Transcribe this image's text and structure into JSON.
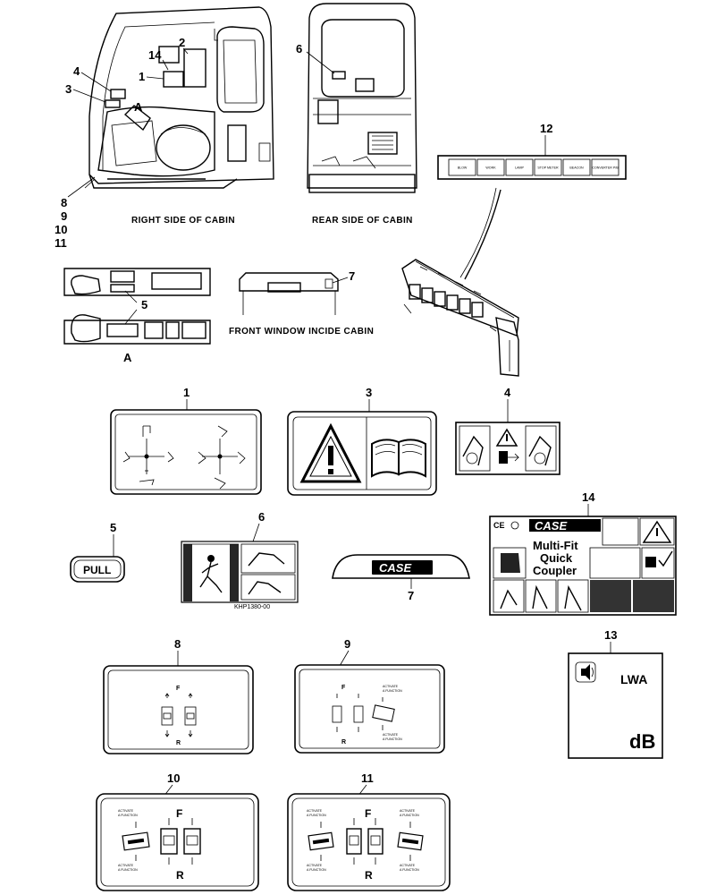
{
  "callouts": {
    "c1": "1",
    "c2": "2",
    "c3": "3",
    "c4": "4",
    "c5": "5",
    "c6": "6",
    "c7": "7",
    "c8": "8",
    "c9": "9",
    "c10": "10",
    "c11": "11",
    "c12": "12",
    "c13": "13",
    "c14": "14",
    "cA1": "A",
    "cA2": "A"
  },
  "captions": {
    "right_side": "RIGHT SIDE OF CABIN",
    "rear_side": "REAR SIDE OF CABIN",
    "front_window": "FRONT WINDOW INCIDE CABIN"
  },
  "decal12_buttons": [
    "BLOW",
    "WORK",
    "LAMP",
    "STOP METER",
    "BEACON",
    "CONVERTER P/B"
  ],
  "decal5": {
    "text": "PULL"
  },
  "decal6": {
    "code": "KHP1380-00"
  },
  "decal7": {
    "brand": "CASE"
  },
  "decal13": {
    "lwa": "LWA",
    "db": "dB"
  },
  "decal14": {
    "marks": "CE",
    "brand": "CASE",
    "line1": "Multi-Fit",
    "line2": "Quick",
    "line3": "Coupler"
  },
  "switch_decals": {
    "f": "F",
    "r": "R",
    "activate": "ACTIVATE",
    "a_function": "A FUNCTION"
  },
  "colors": {
    "ink": "#000000",
    "paper": "#ffffff",
    "dark_panel": "#1a1a1a"
  }
}
